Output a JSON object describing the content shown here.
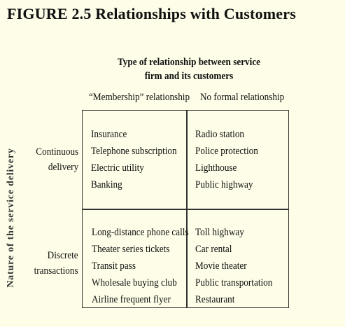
{
  "figure_title": "FIGURE 2.5 Relationships with Customers",
  "header": {
    "line1": "Type of relationship between service",
    "line2": "firm and its customers"
  },
  "columns": {
    "membership": "“Membership” relationship",
    "no_formal": "No formal relationship"
  },
  "side_axis_label": "Nature of the service delivery",
  "rows": {
    "continuous": {
      "line1": "Continuous",
      "line2": "delivery"
    },
    "discrete": {
      "line1": "Discrete",
      "line2": "transactions"
    }
  },
  "cells": {
    "continuous_membership": [
      "Insurance",
      "Telephone subscription",
      "Electric utility",
      "Banking"
    ],
    "continuous_no_formal": [
      "Radio station",
      "Police protection",
      "Lighthouse",
      "Public highway"
    ],
    "discrete_membership": [
      "Long-distance phone calls",
      "Theater series tickets",
      "Transit pass",
      "Wholesale buying club",
      "Airline frequent flyer"
    ],
    "discrete_no_formal": [
      "Toll highway",
      "Car rental",
      "Movie theater",
      "Public transportation",
      "Restaurant"
    ]
  }
}
